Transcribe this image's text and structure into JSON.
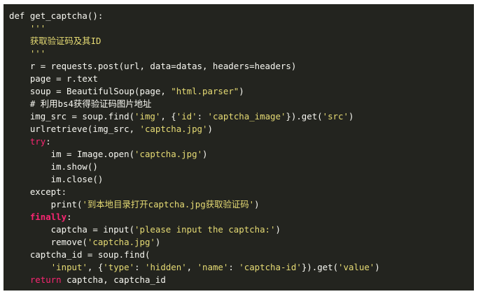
{
  "colors": {
    "background": "#23241f",
    "text": "#f8f8f2",
    "keyword": "#f92672",
    "string": "#e6db74"
  },
  "lines": [
    [
      {
        "t": "def get_captcha():",
        "c": "n"
      }
    ],
    [
      {
        "t": "    '''",
        "c": "s"
      }
    ],
    [
      {
        "t": "    获取验证码及其ID",
        "c": "s"
      }
    ],
    [
      {
        "t": "    '''",
        "c": "s"
      }
    ],
    [
      {
        "t": "    r = requests.post(url, data=datas, headers=headers)",
        "c": "n"
      }
    ],
    [
      {
        "t": "    page = r.text",
        "c": "n"
      }
    ],
    [
      {
        "t": "    soup = BeautifulSoup(page, ",
        "c": "n"
      },
      {
        "t": "\"html.parser\"",
        "c": "s"
      },
      {
        "t": ")",
        "c": "n"
      }
    ],
    [
      {
        "t": "    # 利用bs4获得验证码图片地址",
        "c": "m"
      }
    ],
    [
      {
        "t": "    img_src = soup.find(",
        "c": "n"
      },
      {
        "t": "'img'",
        "c": "s"
      },
      {
        "t": ", {",
        "c": "n"
      },
      {
        "t": "'id'",
        "c": "s"
      },
      {
        "t": ": ",
        "c": "n"
      },
      {
        "t": "'captcha_image'",
        "c": "s"
      },
      {
        "t": "}).get(",
        "c": "n"
      },
      {
        "t": "'src'",
        "c": "s"
      },
      {
        "t": ")",
        "c": "n"
      }
    ],
    [
      {
        "t": "    urlretrieve(img_src, ",
        "c": "n"
      },
      {
        "t": "'captcha.jpg'",
        "c": "s"
      },
      {
        "t": ")",
        "c": "n"
      }
    ],
    [
      {
        "t": "    ",
        "c": "n"
      },
      {
        "t": "try",
        "c": "k"
      },
      {
        "t": ":",
        "c": "n"
      }
    ],
    [
      {
        "t": "        im = Image.open(",
        "c": "n"
      },
      {
        "t": "'captcha.jpg'",
        "c": "s"
      },
      {
        "t": ")",
        "c": "n"
      }
    ],
    [
      {
        "t": "        im.show()",
        "c": "n"
      }
    ],
    [
      {
        "t": "        im.close()",
        "c": "n"
      }
    ],
    [
      {
        "t": "    except:",
        "c": "n"
      }
    ],
    [
      {
        "t": "        print(",
        "c": "n"
      },
      {
        "t": "'到本地目录打开captcha.jpg获取验证码'",
        "c": "s"
      },
      {
        "t": ")",
        "c": "n"
      }
    ],
    [
      {
        "t": "    ",
        "c": "n"
      },
      {
        "t": "finally",
        "c": "kb"
      },
      {
        "t": ":",
        "c": "n"
      }
    ],
    [
      {
        "t": "        captcha = input(",
        "c": "n"
      },
      {
        "t": "'please input the captcha:'",
        "c": "s"
      },
      {
        "t": ")",
        "c": "n"
      }
    ],
    [
      {
        "t": "        remove(",
        "c": "n"
      },
      {
        "t": "'captcha.jpg'",
        "c": "s"
      },
      {
        "t": ")",
        "c": "n"
      }
    ],
    [
      {
        "t": "    captcha_id = soup.find(",
        "c": "n"
      }
    ],
    [
      {
        "t": "        ",
        "c": "n"
      },
      {
        "t": "'input'",
        "c": "s"
      },
      {
        "t": ", {",
        "c": "n"
      },
      {
        "t": "'type'",
        "c": "s"
      },
      {
        "t": ": ",
        "c": "n"
      },
      {
        "t": "'hidden'",
        "c": "s"
      },
      {
        "t": ", ",
        "c": "n"
      },
      {
        "t": "'name'",
        "c": "s"
      },
      {
        "t": ": ",
        "c": "n"
      },
      {
        "t": "'captcha-id'",
        "c": "s"
      },
      {
        "t": "}).get(",
        "c": "n"
      },
      {
        "t": "'value'",
        "c": "s"
      },
      {
        "t": ")",
        "c": "n"
      }
    ],
    [
      {
        "t": "    ",
        "c": "n"
      },
      {
        "t": "return",
        "c": "k"
      },
      {
        "t": " captcha, captcha_id",
        "c": "n"
      }
    ]
  ]
}
